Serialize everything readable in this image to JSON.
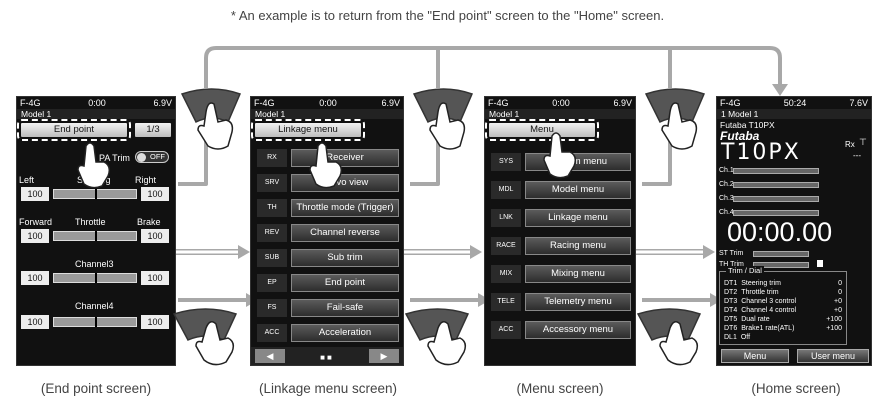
{
  "note": "* An example is to return from the \"End point\" screen to the \"Home\" screen.",
  "captions": {
    "endpoint": "(End point screen)",
    "linkage": "(Linkage menu screen)",
    "menu": "(Menu screen)",
    "home": "(Home screen)"
  },
  "endpoint_screen": {
    "status_left": "F-4G",
    "status_time": "0:00",
    "status_batt": "6.9V",
    "model": "Model 1",
    "title": "End point",
    "page": "1/3",
    "pa_trim": "PA Trim",
    "toggle": "OFF",
    "row1": {
      "left": "Left",
      "mid": "Steering",
      "right": "Right",
      "lval": "100",
      "rval": "100"
    },
    "row2": {
      "left": "Forward",
      "mid": "Throttle",
      "right": "Brake",
      "lval": "100",
      "rval": "100"
    },
    "row3": {
      "mid": "Channel3",
      "lval": "100",
      "rval": "100"
    },
    "row4": {
      "mid": "Channel4",
      "lval": "100",
      "rval": "100"
    }
  },
  "linkage_screen": {
    "status_left": "F-4G",
    "status_time": "0:00",
    "status_batt": "6.9V",
    "model": "Model 1",
    "title": "Linkage menu",
    "items": [
      "Receiver",
      "Servo view",
      "Throttle mode (Trigger)",
      "Channel reverse",
      "Sub trim",
      "End point",
      "Fail-safe",
      "Acceleration"
    ],
    "icons": [
      "RX",
      "SRV",
      "TH",
      "REV",
      "SUB",
      "EP",
      "FS",
      "ACC"
    ],
    "nav_prev": "◀",
    "nav_next": "▶"
  },
  "menu_screen": {
    "status_left": "F-4G",
    "status_time": "0:00",
    "status_batt": "6.9V",
    "model": "Model 1",
    "title": "Menu",
    "items": [
      "System menu",
      "Model menu",
      "Linkage menu",
      "Racing menu",
      "Mixing menu",
      "Telemetry menu",
      "Accessory menu"
    ],
    "icons": [
      "SYS",
      "MDL",
      "LNK",
      "RACE",
      "MIX",
      "TELE",
      "ACC"
    ]
  },
  "home_screen": {
    "status_left": "F-4G",
    "status_time": "50:24",
    "status_batt": "7.6V",
    "model": "1  Model 1",
    "product": "Futaba T10PX",
    "brand": "Futaba",
    "logo": "T10PX",
    "rx": "Rx",
    "rx_val": "---",
    "channels": [
      "Ch.1",
      "Ch.2",
      "Ch.3",
      "Ch.4"
    ],
    "timer": "00:00.00",
    "st_trim": "ST Trim",
    "th_trim": "TH Trim",
    "trim_title": "Trim / Dial",
    "dials": [
      {
        "code": "DT1",
        "name": "Steering trim",
        "value": "0"
      },
      {
        "code": "DT2",
        "name": "Throttle trim",
        "value": "0"
      },
      {
        "code": "DT3",
        "name": "Channel 3 control",
        "value": "+0"
      },
      {
        "code": "DT4",
        "name": "Channel 4 control",
        "value": "+0"
      },
      {
        "code": "DT5",
        "name": "Dual rate",
        "value": "+100"
      },
      {
        "code": "DT6",
        "name": "Brake1 rate(ATL)",
        "value": "+100"
      },
      {
        "code": "DL1",
        "name": "Off",
        "value": ""
      }
    ],
    "menu_btn": "Menu",
    "user_menu_btn": "User menu"
  }
}
